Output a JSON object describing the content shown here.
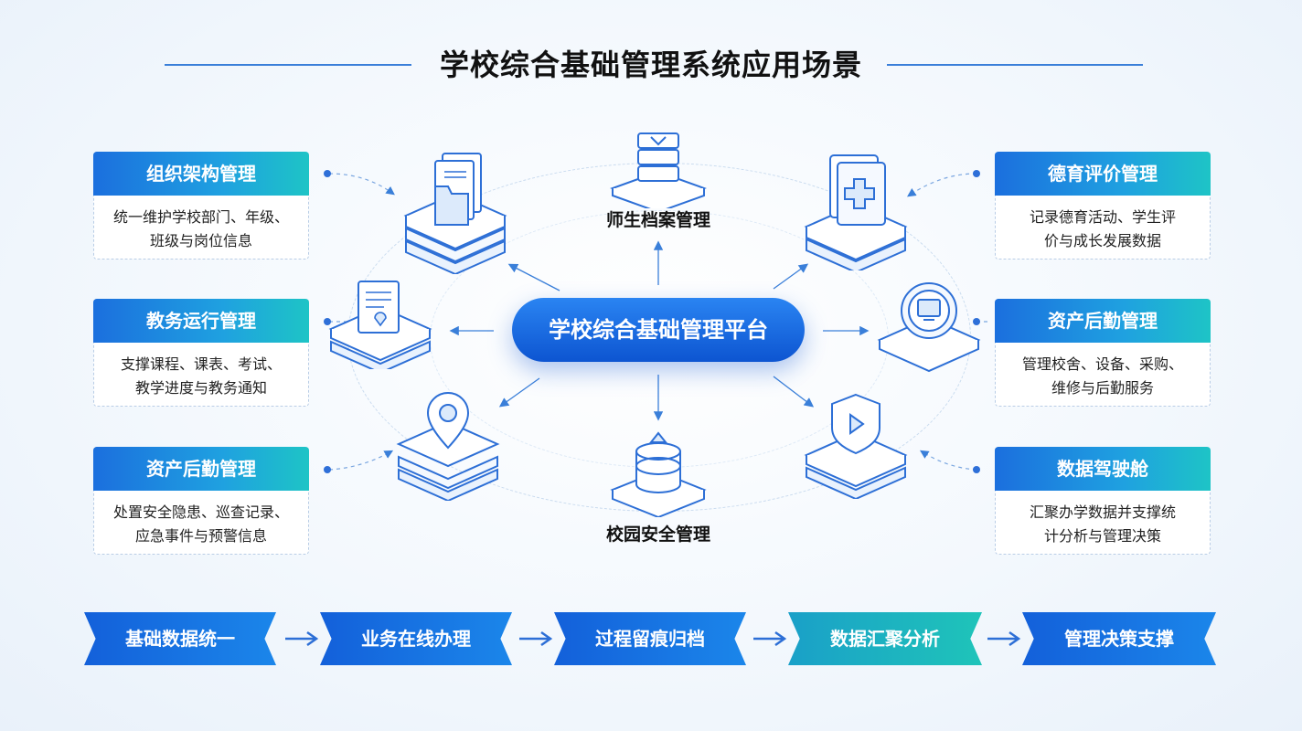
{
  "title": "学校综合基础管理系统应用场景",
  "platform": "学校综合基础管理平台",
  "left_cards": [
    {
      "title": "组织架构管理",
      "desc": [
        "统一维护学校部门、年级、",
        "班级与岗位信息"
      ]
    },
    {
      "title": "教务运行管理",
      "desc": [
        "支撑课程、课表、考试、",
        "教学进度与教务通知"
      ]
    },
    {
      "title": "资产后勤管理",
      "desc": [
        "处置安全隐患、巡查记录、",
        "应急事件与预警信息"
      ]
    }
  ],
  "right_cards": [
    {
      "title": "德育评价管理",
      "desc": [
        "记录德育活动、学生评",
        "价与成长发展数据"
      ]
    },
    {
      "title": "资产后勤管理",
      "desc": [
        "管理校舍、设备、采购、",
        "维修与后勤服务"
      ]
    },
    {
      "title": "数据驾驶舱",
      "desc": [
        "汇聚办学数据并支撑统",
        "计分析与管理决策"
      ]
    }
  ],
  "center_labels": {
    "top": "师生档案管理",
    "bottom": "校园安全管理"
  },
  "flow": [
    {
      "label": "基础数据统一",
      "style": "blue"
    },
    {
      "label": "业务在线办理",
      "style": "blue"
    },
    {
      "label": "过程留痕归档",
      "style": "blue"
    },
    {
      "label": "数据汇聚分析",
      "style": "teal"
    },
    {
      "label": "管理决策支撑",
      "style": "blue"
    }
  ],
  "colors": {
    "primary": "#1360da",
    "accent": "#1ec4c6",
    "line": "#3a7fd9"
  },
  "icons": [
    "documents-stack-icon",
    "server-archive-icon",
    "medical-book-icon",
    "checklist-doc-icon",
    "monitor-circle-icon",
    "location-pin-icon",
    "security-cylinder-icon",
    "shield-play-icon"
  ]
}
